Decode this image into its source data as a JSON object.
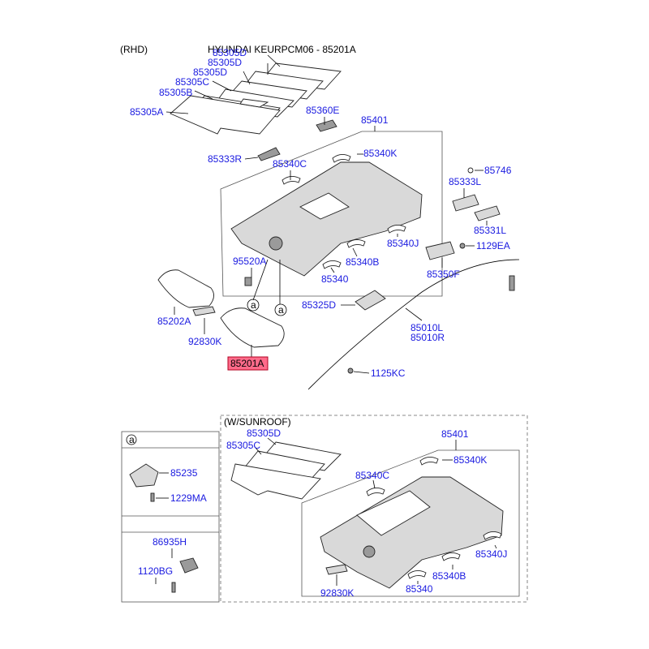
{
  "header": {
    "variant": "(RHD)",
    "title": "HYUNDAI KEURPCM06 - 85201A"
  },
  "selected_part": "85201A",
  "highlight_color": "#ff6b8a",
  "label_color": "#1a1ae0",
  "main": {
    "labels": {
      "l85305D_1": "85305D",
      "l85305D_2": "85305D",
      "l85305D_3": "85305D",
      "l85305C": "85305C",
      "l85305B": "85305B",
      "l85305A": "85305A",
      "l85360E": "85360E",
      "l85401": "85401",
      "l85340K": "85340K",
      "l85333R": "85333R",
      "l85340C": "85340C",
      "l85746": "85746",
      "l85333L": "85333L",
      "l85331L": "85331L",
      "l1129EA": "1129EA",
      "l85340J": "85340J",
      "l95520A": "95520A",
      "l85340B": "85340B",
      "l85350F": "85350F",
      "l85340": "85340",
      "l85202A": "85202A",
      "l85325D": "85325D",
      "l85010L": "85010L",
      "l85010R": "85010R",
      "l92830K": "92830K",
      "l1125KC": "1125KC",
      "callout_a1": "a",
      "callout_a2": "a"
    }
  },
  "detail_a": {
    "title": "a",
    "labels": {
      "l85235": "85235",
      "l1229MA": "1229MA",
      "l86935H": "86935H",
      "l1120BG": "1120BG"
    }
  },
  "sunroof": {
    "title": "(W/SUNROOF)",
    "labels": {
      "l85305D": "85305D",
      "l85305C": "85305C",
      "l85401": "85401",
      "l85340K": "85340K",
      "l85340C": "85340C",
      "l85340J": "85340J",
      "l85340B": "85340B",
      "l85340": "85340",
      "l92830K": "92830K"
    }
  }
}
